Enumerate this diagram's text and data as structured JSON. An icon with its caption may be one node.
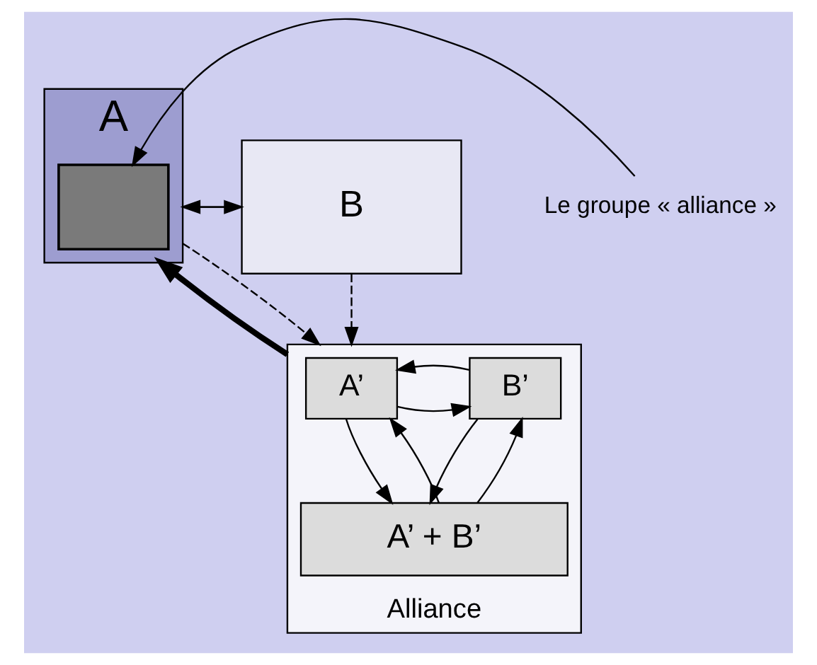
{
  "diagram": {
    "nodes": [
      {
        "text": [
          "A"
        ]
      },
      {
        "text": [],
        "shape": "box",
        "in": 0
      },
      {
        "text": [
          "B"
        ]
      },
      {
        "text": [
          "Le groupe « alliance »"
        ]
      },
      {
        "text": [
          "Alliance"
        ]
      },
      {
        "text": [
          "A’"
        ],
        "in": 4
      },
      {
        "text": [
          "B’"
        ],
        "in": 4
      },
      {
        "text": [
          "A’ + B’"
        ],
        "in": 4
      }
    ],
    "edges": [
      {
        "from": 0,
        "to": 2,
        "arrow": "to"
      },
      {
        "from": 2,
        "to": 0,
        "arrow": "to"
      },
      {
        "from": 3,
        "to": 1,
        "arrow": "to"
      },
      {
        "from": 0,
        "to": 4,
        "arrow": "to",
        "style": "dashed"
      },
      {
        "from": 2,
        "to": 4,
        "arrow": "to",
        "style": "dashed"
      },
      {
        "from": 4,
        "to": 0,
        "arrow": "to",
        "style": "thick"
      },
      {
        "from": 5,
        "to": 6,
        "arrow": "to"
      },
      {
        "from": 6,
        "to": 5,
        "arrow": "to"
      },
      {
        "from": 5,
        "to": 7,
        "arrow": "to"
      },
      {
        "from": 7,
        "to": 5,
        "arrow": "to"
      },
      {
        "from": 6,
        "to": 7,
        "arrow": "to"
      },
      {
        "from": 7,
        "to": 6,
        "arrow": "to"
      }
    ]
  }
}
